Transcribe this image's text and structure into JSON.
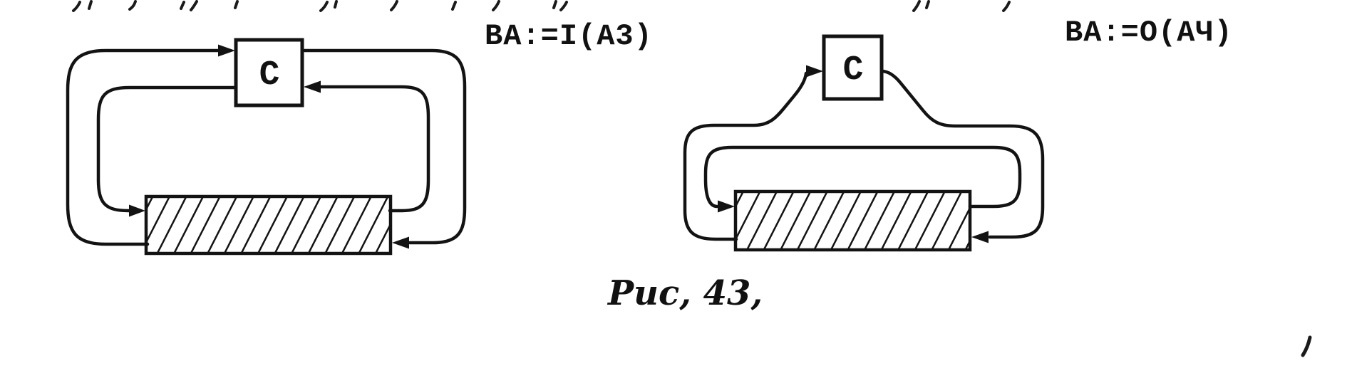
{
  "figure": {
    "left_diagram": {
      "label": "BA:=I(A3)",
      "box_label": "C"
    },
    "right_diagram": {
      "label": "BA:=O(AЧ)",
      "box_label": "C"
    },
    "caption": "Puc, 43,"
  },
  "colors": {
    "ink": "#131313",
    "paper": "#ffffff"
  }
}
